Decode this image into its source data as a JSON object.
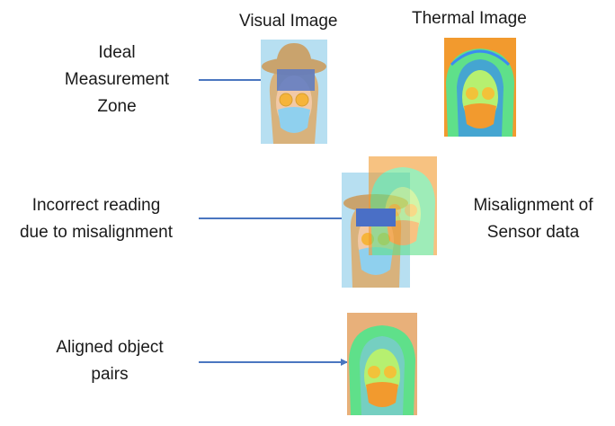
{
  "headers": {
    "visual": "Visual Image",
    "thermal": "Thermal Image"
  },
  "rows": [
    {
      "lines": [
        "Ideal",
        "Measurement",
        "Zone"
      ]
    },
    {
      "lines": [
        "Incorrect reading",
        "due to misalignment"
      ]
    },
    {
      "lines": [
        "Aligned object",
        "pairs"
      ]
    }
  ],
  "side_note": {
    "lines": [
      "Misalignment of",
      "Sensor data"
    ]
  },
  "colors": {
    "arrow": "#4a76c0",
    "zone_box": "#5b79c4",
    "visual_bg": "#b7dff1",
    "skin": "#f2c9a6",
    "hat": "#c9a36d",
    "hair": "#d8b27c",
    "mask": "#8fd0ee",
    "thermal_hot": "#f29a2e",
    "thermal_mid": "#5fe08a",
    "thermal_cool": "#3b8cf0"
  }
}
